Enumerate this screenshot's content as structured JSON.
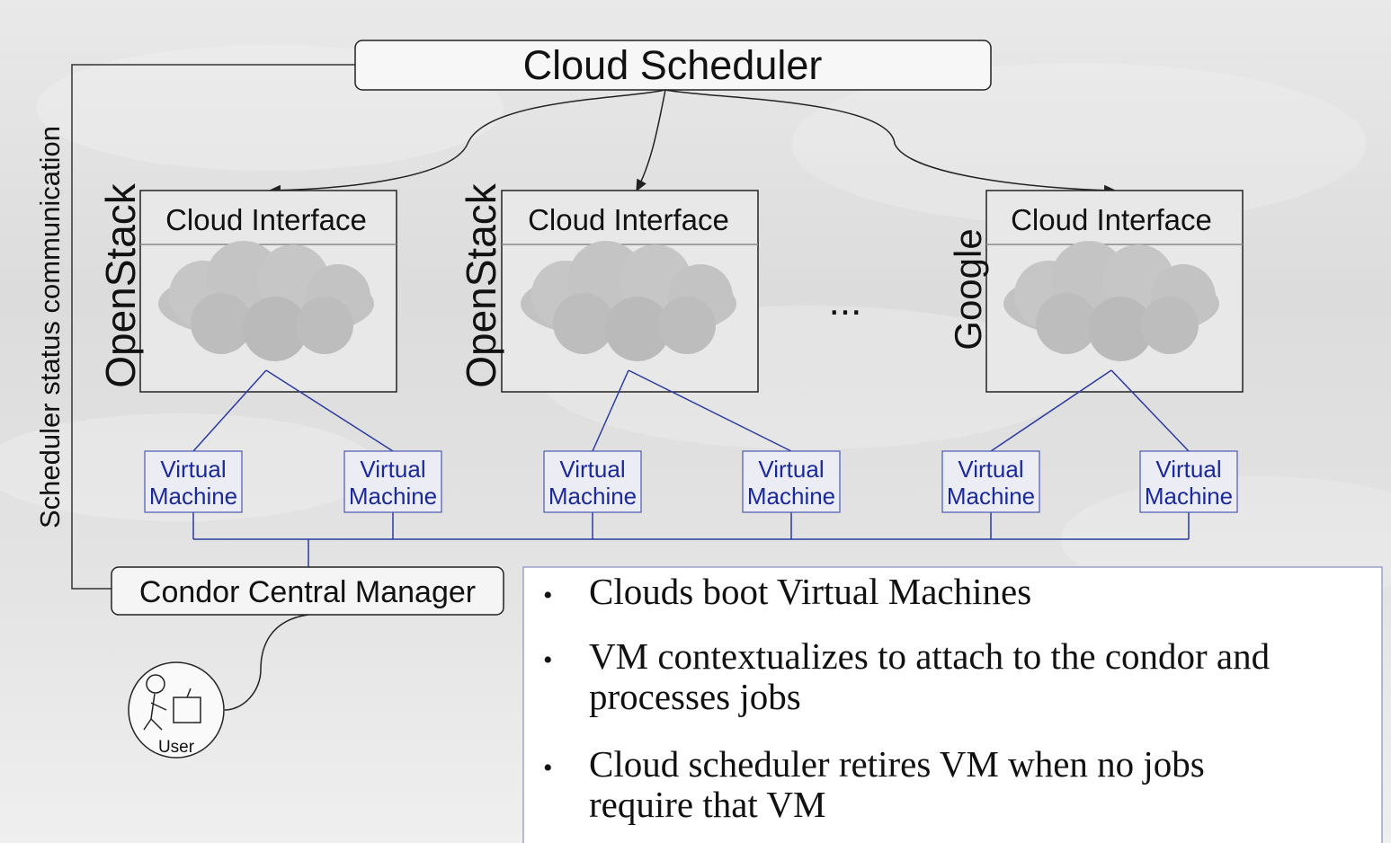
{
  "scheduler": {
    "label": "Cloud Scheduler"
  },
  "side_label": "Scheduler status communication",
  "clouds": [
    {
      "provider": "OpenStack",
      "interface": "Cloud Interface",
      "vms": [
        "Virtual\nMachine",
        "Virtual\nMachine"
      ]
    },
    {
      "provider": "OpenStack",
      "interface": "Cloud Interface",
      "vms": [
        "Virtual\nMachine",
        "Virtual\nMachine"
      ]
    },
    {
      "provider": "Google",
      "interface": "Cloud Interface",
      "vms": [
        "Virtual\nMachine",
        "Virtual\nMachine"
      ]
    }
  ],
  "ellipsis": "...",
  "vm_label": {
    "line1": "Virtual",
    "line2": "Machine"
  },
  "manager": {
    "label": "Condor Central Manager"
  },
  "user": {
    "label": "User"
  },
  "bullets": [
    {
      "lines": [
        "Clouds boot Virtual Machines"
      ]
    },
    {
      "lines": [
        "VM contextualizes to attach to the condor and",
        "processes jobs"
      ]
    },
    {
      "lines": [
        "Cloud scheduler retires VM when no jobs",
        "require that VM"
      ]
    }
  ],
  "colors": {
    "vm_line": "#2b3aa0",
    "box_border": "#222222",
    "cloud_fill": "#bdbdbd"
  }
}
